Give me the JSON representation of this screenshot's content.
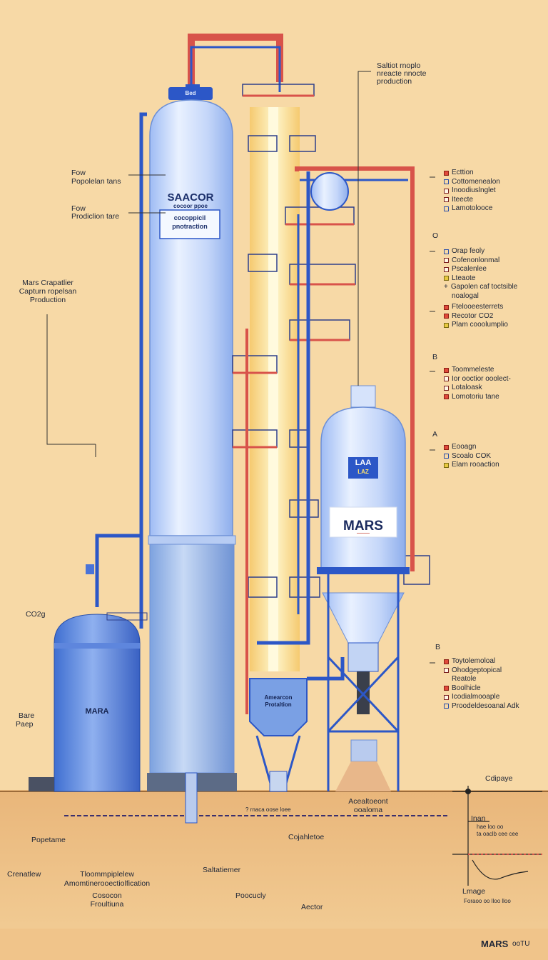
{
  "header_note": {
    "line1": "Saltiot rnoplo",
    "line2": "nreacte nnocte",
    "line3": "production"
  },
  "left_labels": {
    "fow1": "Fow",
    "popolelan": "Popolelan tans",
    "fow2": "Fow",
    "prodicion": "Prodiclion tare",
    "mars1": "Mars Crapatlier",
    "mars2": "Capturn ropelsan",
    "mars3": "Production",
    "co2": "CO2g",
    "bare": "Bare",
    "paep": "Paep"
  },
  "main_tank": {
    "brand": "SAACOR",
    "sub": "cocoor ppoe",
    "plate1": "cocoppicil",
    "plate2": "pnotraction",
    "cap": "Bed"
  },
  "sphere_label": "",
  "mars_silo": {
    "badge": "LAA",
    "badge2": "LAZ",
    "brand": "MARS",
    "sub": "———"
  },
  "mara_tank": {
    "brand": "MARA"
  },
  "hopper_label": {
    "line1": "Amearcon",
    "line2": "Protaltion"
  },
  "side_marks": {
    "o": "O",
    "b1": "B",
    "a": "A",
    "b2": "B"
  },
  "legend_groups": [
    {
      "id": "g1",
      "items": [
        {
          "mark": "red",
          "text": "Ecttion"
        },
        {
          "mark": "blue",
          "text": "Cottomenealon"
        },
        {
          "mark": "plain",
          "text": "Inoodiuslnglet"
        },
        {
          "mark": "plain",
          "text": "Iteecte"
        },
        {
          "mark": "blue",
          "text": "Lamotolooce"
        }
      ]
    },
    {
      "id": "g2",
      "items": [
        {
          "mark": "blue",
          "text": "Orap feoly"
        },
        {
          "mark": "plain",
          "text": "Cofenonlonmal"
        },
        {
          "mark": "plain",
          "text": "Pscalenlee"
        },
        {
          "mark": "yellow",
          "text": "Lteaote"
        },
        {
          "mark": "plus",
          "text": "Gapolen caf toctsible"
        },
        {
          "mark": "none",
          "text": "noalogal"
        }
      ]
    },
    {
      "id": "g3",
      "items": [
        {
          "mark": "red",
          "text": "Ftelooeesterrets"
        },
        {
          "mark": "red",
          "text": "Recotor CO2"
        },
        {
          "mark": "yellow",
          "text": "Plam cooolumplio"
        }
      ]
    },
    {
      "id": "g4",
      "items": [
        {
          "mark": "red",
          "text": "Toommeleste"
        },
        {
          "mark": "plain",
          "text": "Ior ooctior ooolect-"
        },
        {
          "mark": "plain",
          "text": "Lotaloask"
        },
        {
          "mark": "red",
          "text": "Lomotoriu tane"
        }
      ]
    },
    {
      "id": "g5",
      "items": [
        {
          "mark": "red",
          "text": "Eooagn"
        },
        {
          "mark": "blue",
          "text": "Scoalo COK"
        },
        {
          "mark": "yellow",
          "text": "Elam rooaction"
        }
      ]
    },
    {
      "id": "g6",
      "items": [
        {
          "mark": "red",
          "text": "Toytolemoloal"
        },
        {
          "mark": "plain",
          "text": "Ohodgeptopical"
        },
        {
          "mark": "none",
          "text": "Reatole"
        },
        {
          "mark": "red",
          "text": "Boolhicle"
        },
        {
          "mark": "plain",
          "text": "Icodialmooaple"
        },
        {
          "mark": "blue",
          "text": "Proodeldesoanal Adk"
        }
      ]
    }
  ],
  "ground_labels": {
    "depth_line": "? rnaca oose loee",
    "accel1": "Acealtoeont",
    "accel2": "ooaloma",
    "popetame": "Popetame",
    "cojahletoe": "Cojahletoe",
    "crenatlew": "Crenatlew",
    "tloom1": "Tloommpiplelew",
    "tloom2": "Amomtinerooectiolfication",
    "saltat": "Saltatiemer",
    "cosocon1": "Cosocon",
    "cosocon2": "Froultiuna",
    "proocly": "Poocucly",
    "aector": "Aector"
  },
  "inset": {
    "title": "Cdipaye",
    "l1": "Inan",
    "l2": "hae loo oo",
    "l3": "ta oaclb cee cee",
    "l4": "Lmage",
    "l5": "Foraoo oo lloo lloo"
  },
  "footer_brand": "MARS",
  "footer_brand2": "ooTU",
  "colors": {
    "bg": "#f7d9a6",
    "tank_blue": "#cfe0fb",
    "tank_dark": "#3f6fd1",
    "pipe_red": "#d8534a",
    "pipe_blue": "#2c57c7",
    "railing": "#2e3f8a",
    "column_glow": "#fbeaa0"
  }
}
